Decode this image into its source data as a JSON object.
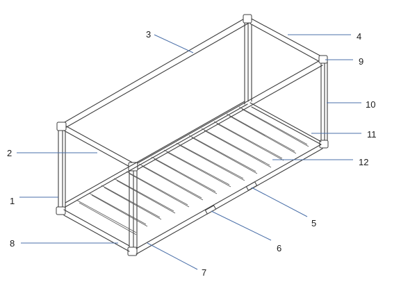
{
  "figure": {
    "callout_numbers": [
      "1",
      "2",
      "3",
      "4",
      "5",
      "6",
      "7",
      "8",
      "9",
      "10",
      "11",
      "12"
    ]
  },
  "style": {
    "line_color": "#3c3c3c",
    "leader_color": "#4a6fa8",
    "background": "#ffffff"
  }
}
